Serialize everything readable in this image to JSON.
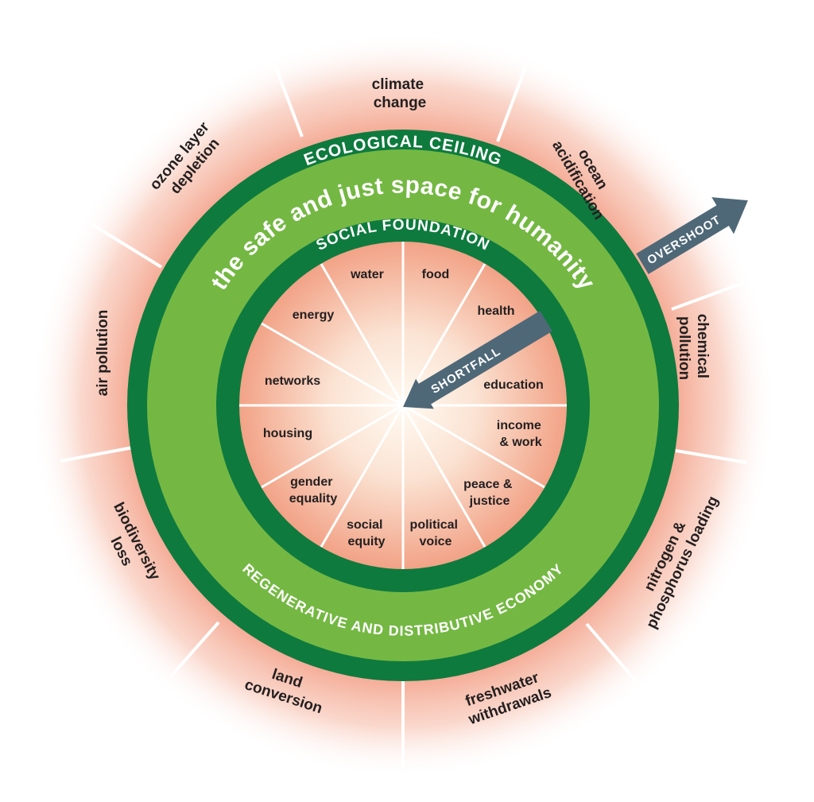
{
  "colors": {
    "dark_green": "#0e7a3e",
    "light_green": "#74b843",
    "glow": "#f4a38a",
    "arrow": "#4f6878",
    "text": "#231f20"
  },
  "ecological_ceiling": "ECOLOGICAL CEILING",
  "safe_space": "the safe and just space for humanity",
  "social_foundation": "SOCIAL FOUNDATION",
  "economy": "REGENERATIVE AND DISTRIBUTIVE ECONOMY",
  "overshoot": "OVERSHOOT",
  "shortfall": "SHORTFALL",
  "outer": {
    "climate": [
      "climate",
      "change"
    ],
    "ocean": [
      "ocean",
      "acidification"
    ],
    "chemical": [
      "chemical",
      "pollution"
    ],
    "nitrogen": [
      "nitrogen &",
      "phosphorus loading"
    ],
    "freshwater": [
      "freshwater",
      "withdrawals"
    ],
    "land": [
      "land",
      "conversion"
    ],
    "biodiversity": [
      "biodiversity",
      "loss"
    ],
    "air": [
      "air pollution"
    ],
    "ozone": [
      "ozone layer",
      "depletion"
    ]
  },
  "inner": {
    "water": [
      "water"
    ],
    "food": [
      "food"
    ],
    "health": [
      "health"
    ],
    "education": [
      "education"
    ],
    "income": [
      "income",
      "& work"
    ],
    "peace": [
      "peace &",
      "justice"
    ],
    "political": [
      "political",
      "voice"
    ],
    "social_equity": [
      "social",
      "equity"
    ],
    "gender": [
      "gender",
      "equality"
    ],
    "housing": [
      "housing"
    ],
    "networks": [
      "networks"
    ],
    "energy": [
      "energy"
    ]
  }
}
